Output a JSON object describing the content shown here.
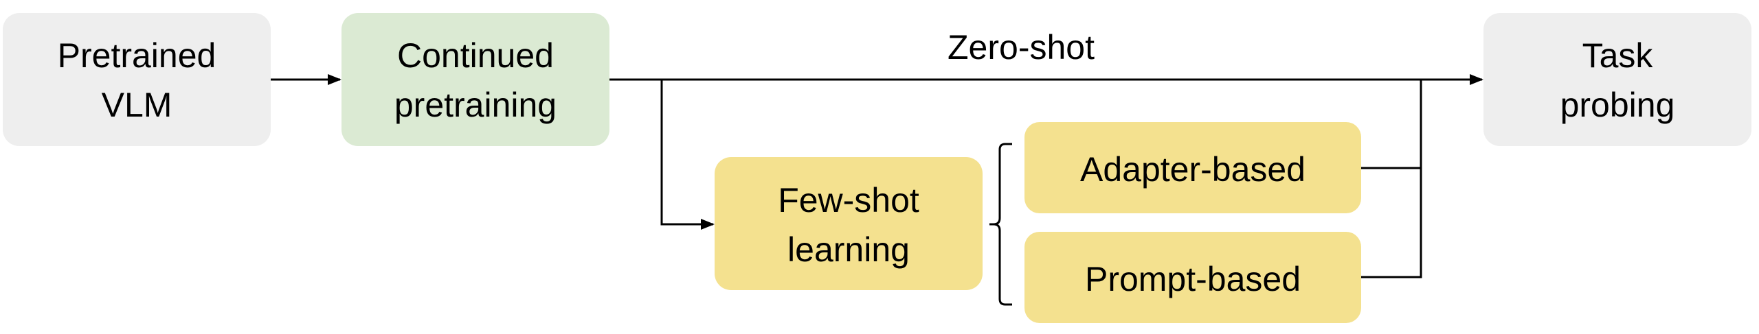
{
  "colors": {
    "gray_box": "#eeeeee",
    "green_box": "#dbead3",
    "yellow_box": "#f4e18f",
    "line": "#000000",
    "text": "#000000"
  },
  "nodes": {
    "pretrained_vlm": {
      "line1": "Pretrained",
      "line2": "VLM"
    },
    "continued_pretraining": {
      "line1": "Continued",
      "line2": "pretraining"
    },
    "few_shot_learning": {
      "line1": "Few-shot",
      "line2": "learning"
    },
    "adapter_based": {
      "label": "Adapter-based"
    },
    "prompt_based": {
      "label": "Prompt-based"
    },
    "task_probing": {
      "line1": "Task",
      "line2": "probing"
    }
  },
  "edges": {
    "zero_shot": "Zero-shot"
  }
}
